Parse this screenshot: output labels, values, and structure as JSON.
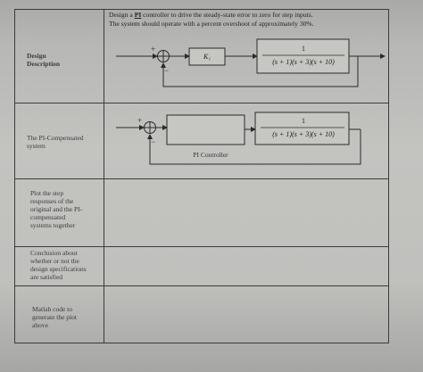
{
  "problem": {
    "line1_pre": "Design a ",
    "line1_pi": "PI",
    "line1_post": " controller to drive the steady-state error to zero for step inputs.",
    "line2": "The system should operate with a percent overshoot of approximately 30%."
  },
  "rows": [
    {
      "label_lines": [
        "Design",
        "Description"
      ]
    },
    {
      "label_lines": [
        "The PI-Compensated",
        "system"
      ]
    },
    {
      "label_lines": [
        "Plot the step",
        "responses of the",
        "original and the PI-",
        "compensated",
        "systems together"
      ]
    },
    {
      "label_lines": [
        "Conclusion about",
        "whether or not the",
        "design specifications",
        "are satisfied"
      ]
    },
    {
      "label_lines": [
        "Matlab code to",
        "generate the plot",
        "above"
      ]
    }
  ],
  "diagram1": {
    "gain_label": "K₁",
    "plant_numerator": "1",
    "plant_denominator": "(s + 1)(s + 3)(s + 10)",
    "plus_sign": "+",
    "minus_sign": "−"
  },
  "diagram2": {
    "controller_label": "PI Controller",
    "plant_numerator": "1",
    "plant_denominator": "(s + 1)(s + 3)(s + 10)",
    "plus_sign": "+",
    "minus_sign": "−"
  }
}
